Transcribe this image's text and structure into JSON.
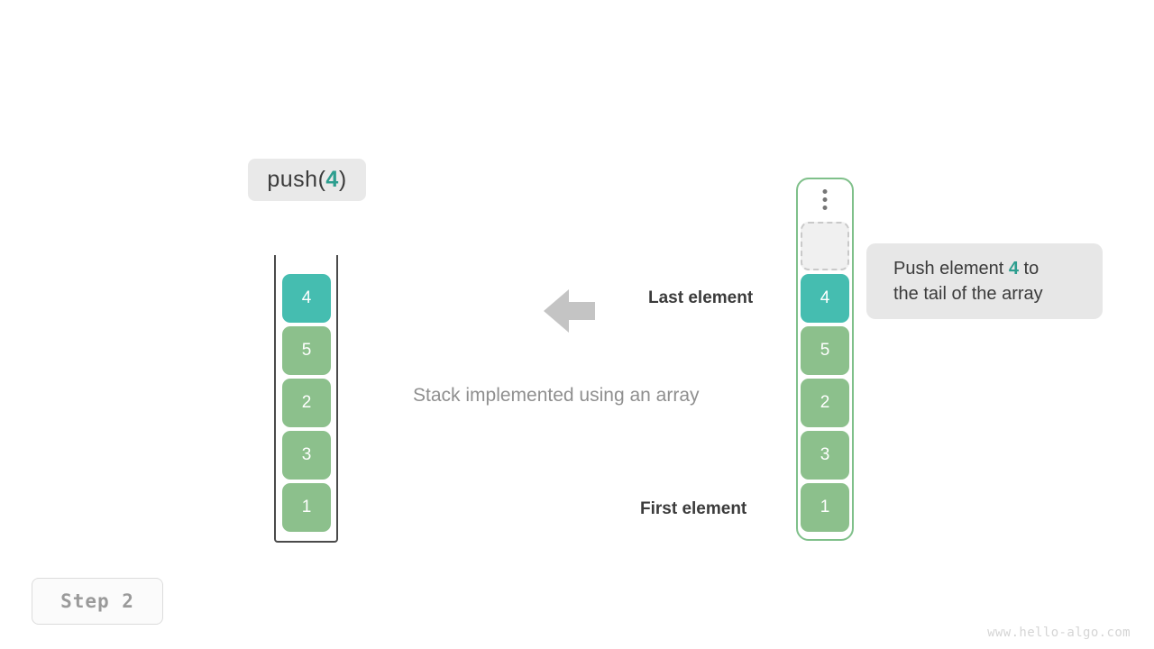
{
  "operation": {
    "prefix": "push(",
    "arg": "4",
    "suffix": ")"
  },
  "stack": {
    "caption": "Stack implemented using an array",
    "last_element_label": "Last element",
    "first_element_label": "First element",
    "arrow_icon": "arrow-left-icon",
    "cells": [
      {
        "value": "4",
        "color": "teal"
      },
      {
        "value": "5",
        "color": "green"
      },
      {
        "value": "2",
        "color": "green"
      },
      {
        "value": "3",
        "color": "green"
      },
      {
        "value": "1",
        "color": "green"
      }
    ]
  },
  "array": {
    "ellipsis_icon": "vertical-ellipsis-icon",
    "empty_slot_value": "",
    "cells": [
      {
        "value": "4",
        "color": "teal"
      },
      {
        "value": "5",
        "color": "green"
      },
      {
        "value": "2",
        "color": "green"
      },
      {
        "value": "3",
        "color": "green"
      },
      {
        "value": "1",
        "color": "green"
      }
    ]
  },
  "description": {
    "line1_before": "Push element ",
    "line1_highlight": "4",
    "line1_after": " to",
    "line2": "the tail of the array"
  },
  "step": {
    "label": "Step 2"
  },
  "watermark": {
    "text": "www.hello-algo.com"
  },
  "colors": {
    "teal": "#45bdb0",
    "green": "#8cc08c",
    "array_border": "#7fc08a",
    "stack_border": "#4a4a4a",
    "bubble_bg": "#e7e7e7",
    "op_label_bg": "#e9e9e9",
    "caption_text": "#8f8f8f",
    "arrow": "#c4c4c4"
  }
}
